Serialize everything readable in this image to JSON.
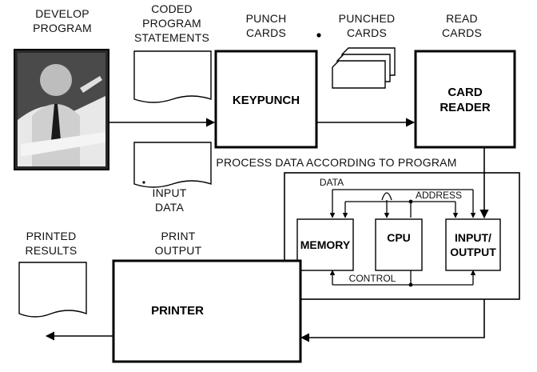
{
  "stages": {
    "develop": [
      "DEVELOP",
      "PROGRAM"
    ],
    "coded": [
      "CODED",
      "PROGRAM",
      "STATEMENTS"
    ],
    "punch": [
      "PUNCH",
      "CARDS"
    ],
    "punched": [
      "PUNCHED",
      "CARDS"
    ],
    "read": [
      "READ",
      "CARDS"
    ],
    "input_data": [
      "INPUT",
      "DATA"
    ],
    "printed_results": [
      "PRINTED",
      "RESULTS"
    ],
    "print_output": [
      "PRINT",
      "OUTPUT"
    ]
  },
  "boxes": {
    "keypunch": "KEYPUNCH",
    "card_reader": [
      "CARD",
      "READER"
    ],
    "printer": "PRINTER",
    "memory": "MEMORY",
    "cpu": "CPU",
    "io": [
      "INPUT/",
      "OUTPUT"
    ]
  },
  "process_title": "PROCESS DATA ACCORDING TO PROGRAM",
  "bus": {
    "data": "DATA",
    "address": "ADDRESS",
    "control": "CONTROL"
  }
}
